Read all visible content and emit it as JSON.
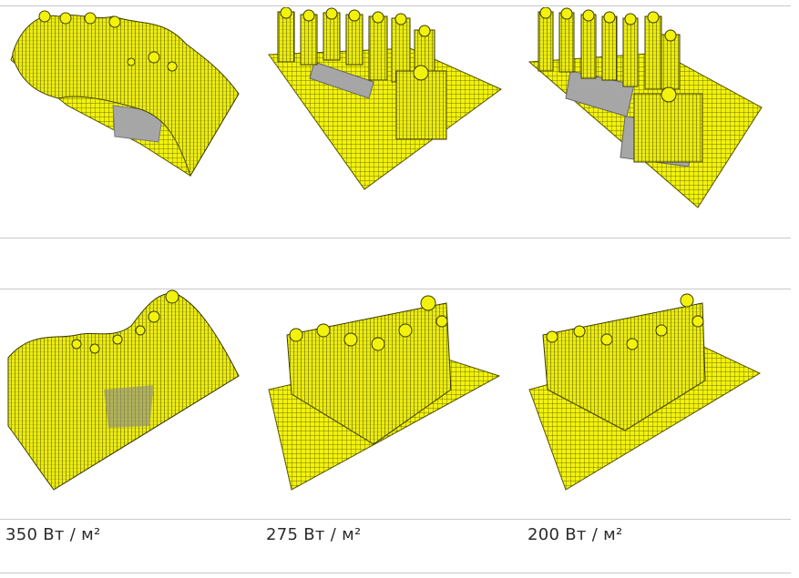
{
  "captions": [
    "350 Вт / м²",
    "275 Вт / м²",
    "200 Вт / м²"
  ],
  "colors": {
    "mesh_fill": "#f2f20c",
    "mesh_light": "#fafa3a",
    "mesh_dark": "#6e6e00",
    "building_gray": "#a6a6a6",
    "divider": "#c9c9c9",
    "text": "#2b2b2b"
  },
  "icons": [
    "solar-envelope-model",
    "building-block"
  ]
}
